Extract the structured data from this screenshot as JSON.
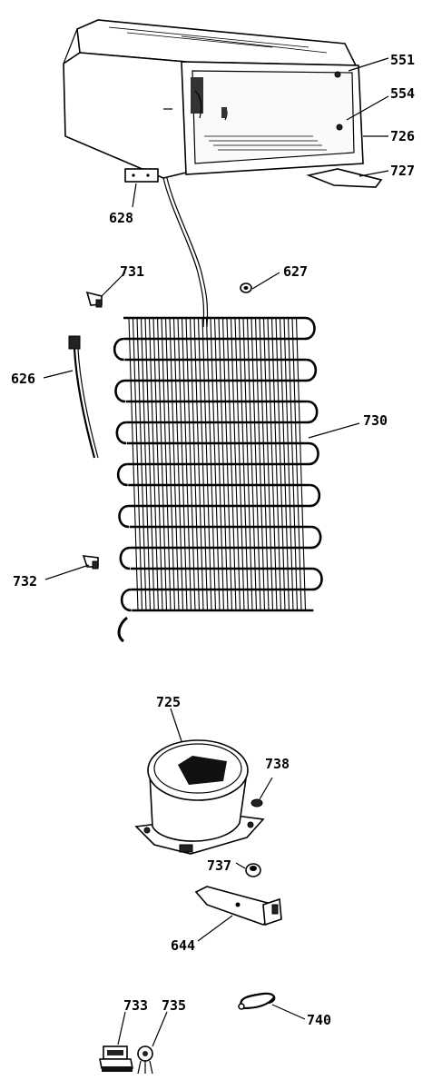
{
  "diagram": {
    "labels": {
      "p551": "551",
      "p554": "554",
      "p726": "726",
      "p727": "727",
      "p628": "628",
      "p731": "731",
      "p627": "627",
      "p626": "626",
      "p730": "730",
      "p732": "732",
      "p725": "725",
      "p738": "738",
      "p737": "737",
      "p644": "644",
      "p733": "733",
      "p735": "735",
      "p740": "740"
    }
  }
}
